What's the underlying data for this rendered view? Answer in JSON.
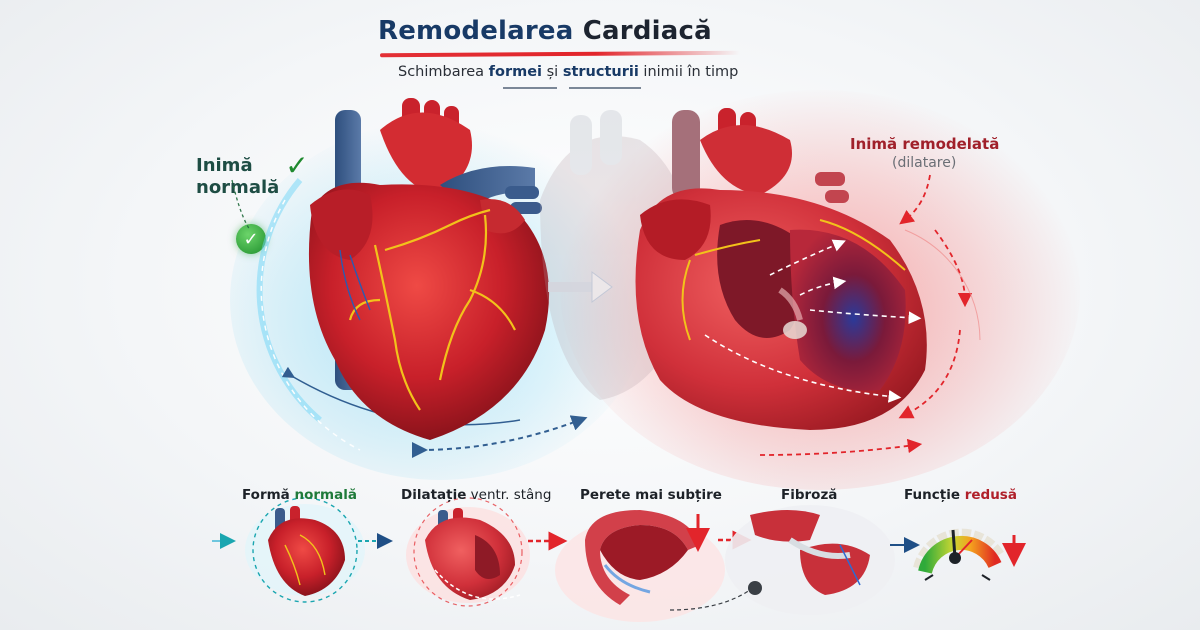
{
  "header": {
    "title_part1": "Remodelarea",
    "title_part2": "Cardiacă",
    "subtitle_pre": "Schimbarea ",
    "subtitle_b1": "formei",
    "subtitle_mid": " și ",
    "subtitle_b2": "structurii",
    "subtitle_post": " inimii în timp"
  },
  "hero": {
    "normal_label_line1": "Inimă",
    "normal_label_line2": "normală",
    "remodeled_label": "Inimă remodelată",
    "remodeled_sublabel": "(dilatare)",
    "check_icon": "✓"
  },
  "steps": [
    {
      "label_a": "Formă ",
      "label_b": "normală",
      "style": "green"
    },
    {
      "label_a": "Dilatație",
      "label_b": " ventr. stâng",
      "style": "normal"
    },
    {
      "label_a": "Perete mai subțire",
      "label_b": "",
      "style": "none"
    },
    {
      "label_a": "Fibroză",
      "label_b": "",
      "style": "none"
    },
    {
      "label_a": "Funcție ",
      "label_b": "redusă",
      "style": "red"
    }
  ],
  "colors": {
    "title_blue": "#183a66",
    "accent_red": "#e2252b",
    "normal_green": "#1f7a3a",
    "glow_blue": "#50c8f0",
    "heart_red": "#c8202a"
  }
}
